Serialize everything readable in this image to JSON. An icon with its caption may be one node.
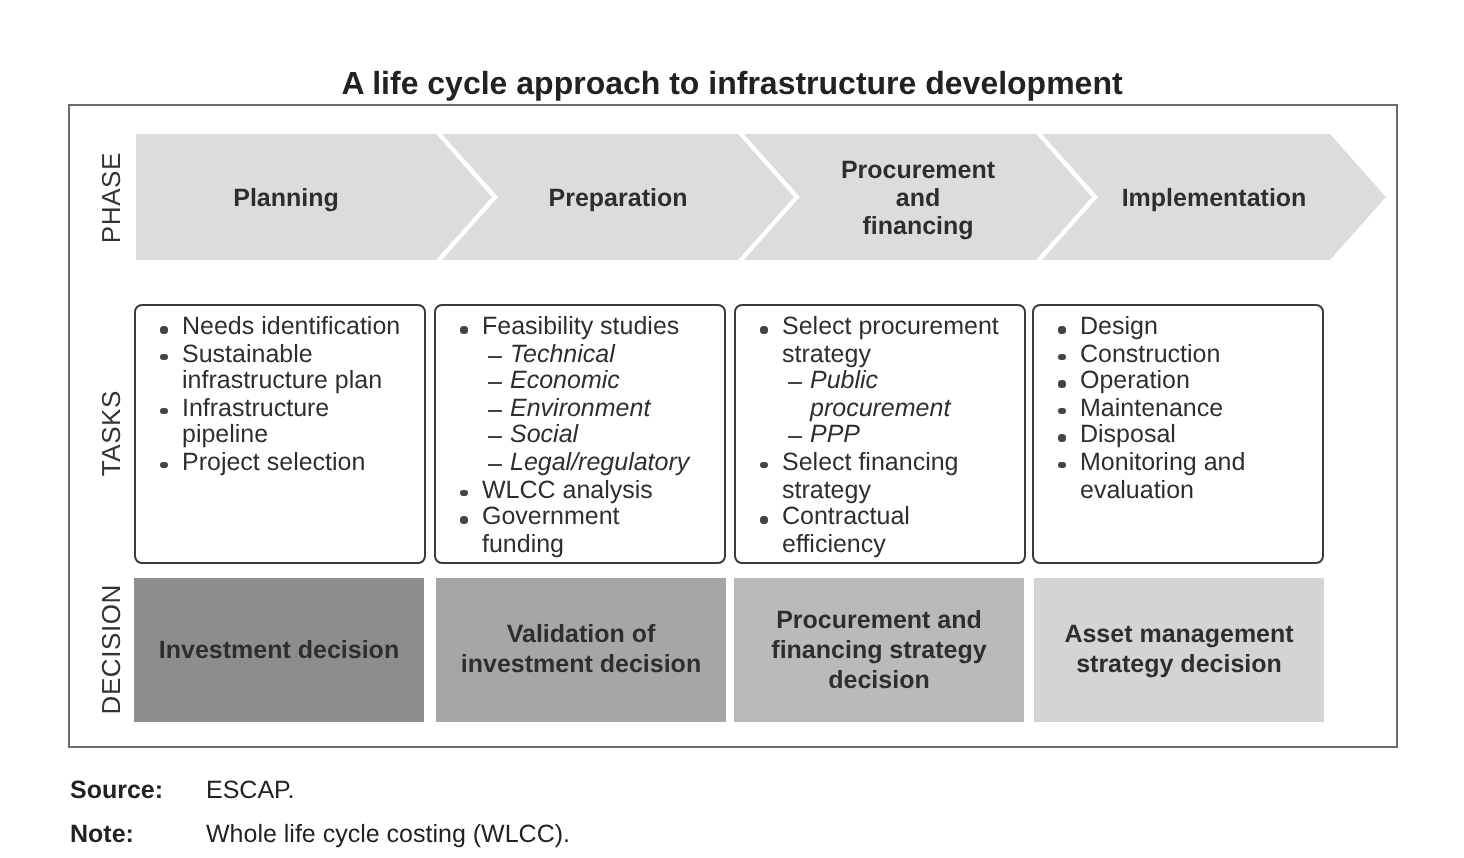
{
  "diagram": {
    "title": "A life cycle approach to infrastructure development",
    "nodes": [
      {
        "text": [
          "Planning"
        ]
      },
      {
        "text": [
          "Preparation"
        ]
      },
      {
        "text": [
          "Procurement and financing"
        ]
      },
      {
        "text": [
          "Implementation"
        ]
      },
      {
        "text": [
          "Needs identification",
          "Sustainable infrastructure plan",
          "Infrastructure pipeline",
          "Project selection"
        ]
      },
      {
        "text": [
          "Feasibility studies",
          "Technical",
          "Economic",
          "Environment",
          "Social",
          "Legal/regulatory",
          "WLCC analysis",
          "Government funding"
        ]
      },
      {
        "text": [
          "Select procurement strategy",
          "Public procurement",
          "PPP",
          "Select financing strategy",
          "Contractual efficiency"
        ]
      },
      {
        "text": [
          "Design",
          "Construction",
          "Operation",
          "Maintenance",
          "Disposal",
          "Monitoring and evaluation"
        ]
      },
      {
        "text": [
          "Investment decision"
        ]
      },
      {
        "text": [
          "Validation of investment decision"
        ]
      },
      {
        "text": [
          "Procurement and financing strategy decision"
        ]
      },
      {
        "text": [
          "Asset management strategy decision"
        ]
      }
    ],
    "labels": [
      "PHASE",
      "TASKS",
      "DECISION",
      "Source:",
      "ESCAP.",
      "Note:",
      "Whole life cycle costing (WLCC)."
    ]
  }
}
